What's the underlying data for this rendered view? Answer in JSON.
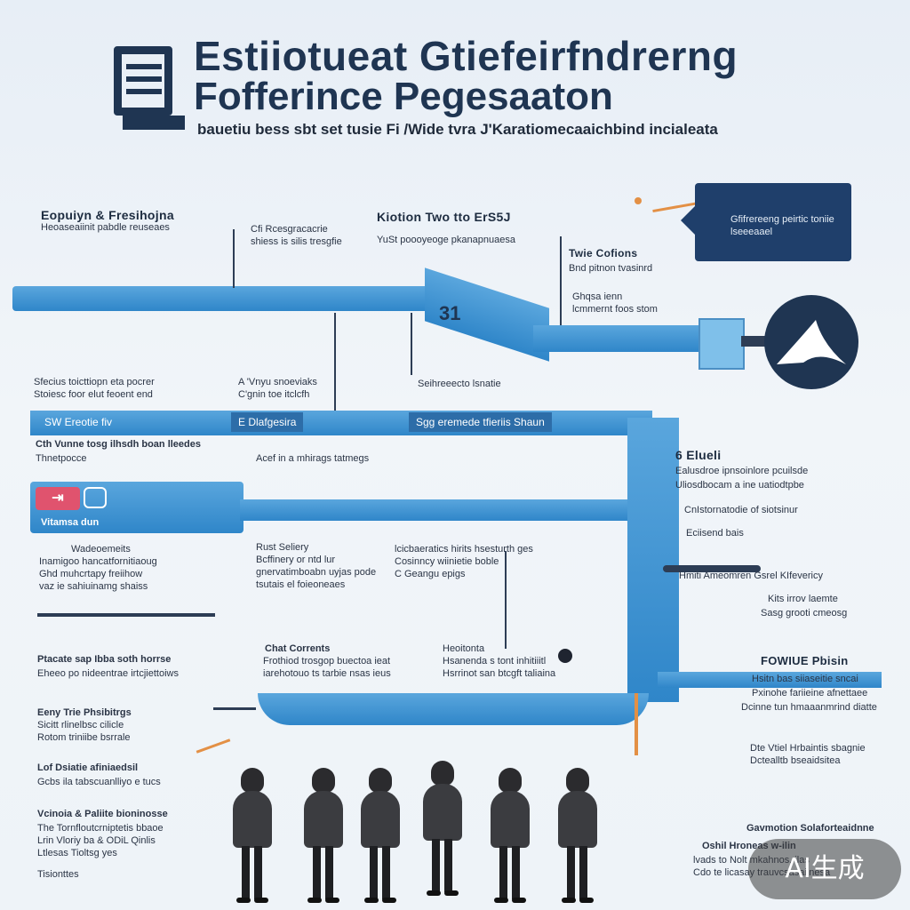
{
  "header": {
    "title_line1": "Estiiotueat Gtiefeirfndrerng",
    "title_line2": "Fofferince Pegesaaton",
    "subtitle": "bauetiu bess sbt   set tusie Fi /Wide tvra J'Karatiomecaaichbind incialeata"
  },
  "sections": {
    "top_left_head": "Eopuiyn & Fresihojna",
    "top_left_body": "Heoaseaiinit pabdle reuseaes",
    "top_mid_body1": "Cfi Rcesgracacrie",
    "top_mid_body2": "shiess is silis tresgfie",
    "top_mid2_head": "Kiotion Two tto ErS5J",
    "top_mid2_body": "YuSt poooyeoge pkanapnuaesa",
    "dark_box": "Gfifrereeng peirtic toniie lseeeaael",
    "twie_head": "Twie Cofions",
    "twie_body": "Bnd pitnon tvasinrd",
    "ghq_body1": "Ghqsa ienn",
    "ghq_body2": "lcmmernt foos stom",
    "badge_number": "31",
    "mid_left_body1": "Sfecius toicttiopn eta pocrer",
    "mid_left_body2": "Stoiesc foor elut feoent end",
    "mid_col2_body1": "A 'Vnyu snoeviaks",
    "mid_col2_body2": "C'gnin toe itclcfh",
    "mid_col3_body": "Seihreeecto lsnatie",
    "label_a": "SW Ereotie fiv",
    "label_b": "E Dlafgesira",
    "label_c": "Sgg eremede tfieriis Shaun",
    "row2_left_head": "Cth Vunne tosg ilhsdh boan lleedes",
    "row2_left_body": "Thnetpocce",
    "row2_mid_body": "Acef in a mhirags tatmegs",
    "right_row_head": "6 Elueli",
    "right_row_body1": "Ealusdroe ipnsoinlore pcuilsde",
    "right_row_body2": "Uliosdbocam a ine uatiodtpbe",
    "red_label": "Vitamsa dun",
    "bar_text": "CnIstornatodie of siotsinur",
    "lower_left_head": "Wadeoemeits",
    "lower_left_body1": "Inamigoo hancatfornitiaoug",
    "lower_left_body2": "Ghd muhcrtapy freiihow",
    "lower_left_body3": "vaz ie sahiuinamg shaiss",
    "rust_head": "Rust Seliery",
    "rust_body1": "Bcffinery or ntd lur",
    "rust_body2": "gnervatimboabn uyjas pode",
    "rust_body3": "tsutais el foieoneaes",
    "ich_head": "lcicbaeratics hirits hsesturth ges",
    "ich_body1": "Cosinncy wiinietie boble",
    "ich_body2": "C Geangu epigs",
    "right_mid_body1": "Eciisend bais",
    "right_mid_body2": "Hmiti Ameomren Gsrel KIfevericy",
    "right_mid_body3": "Kits irrov laemte",
    "right_mid_body4": "Sasg grooti cmeosg",
    "footer_head_a": "Ptacate sap Ibba soth horrse",
    "footer_body_a": "Eheeo po nideentrae irtcjiettoiws",
    "chat_head": "Chat Corrents",
    "chat_body1": "Frothiod trosgop buectoa ieat",
    "chat_body2": "iarehotouo ts tarbie nsas ieus",
    "handle_head": "Heoitonta",
    "handle_body1": "Hsanenda s tont inhitiiitl",
    "handle_body2": "Hsrrinot san btcgft taliaina",
    "fowiue_head": "FOWIUE Pbisin",
    "fowiue_body1": "Hsitn bas siiaseitie sncai",
    "fowiue_body2": "Pxinohe fariieine afnettaee",
    "fowiue_body3": "Dcinne tun hmaaanmrind diatte",
    "bottom_left_head1": "Eeny Trie Phsibitrgs",
    "bottom_left_body1": "Sicitt rlinelbsc cilicle",
    "bottom_left_body2": "Rotom triniibe bsrrale",
    "bottom_left_head2": "Lof Dsiatie afiniaedsil",
    "bottom_left_body3": "Gcbs ila tabscuanlliyo e tucs",
    "bottom_left_head3": "Vcinoia & Paliite bioninosse",
    "bottom_left_body4": "The Tornfloutcrniptetis bbaoe",
    "bottom_left_body5": "Lrin Vloriy ba & ODiL Qinlis",
    "bottom_left_body6": "Ltlesas Tioltsg yes",
    "bottom_left_body7": "Tisionttes",
    "bottom_right_body1": "Dte Vtiel Hrbaintis sbagnie",
    "bottom_right_body2": "Dctealltb bseaidsitea",
    "bottom_right_head": "Gavmotion Solaforteaidnne",
    "bottom_right_body3": "Oshil Hroneas w-ilin",
    "bottom_right_body4": "lvads to Nolt mkahnos, ilas",
    "bottom_right_body5": "Cdo te licasay trauvcsasaiinesa"
  },
  "watermark": "AI生成",
  "colors": {
    "pipe": "#3d92d2",
    "dark_navy": "#1f3552",
    "accent_orange": "#e39045",
    "accent_red": "#e0536e"
  }
}
